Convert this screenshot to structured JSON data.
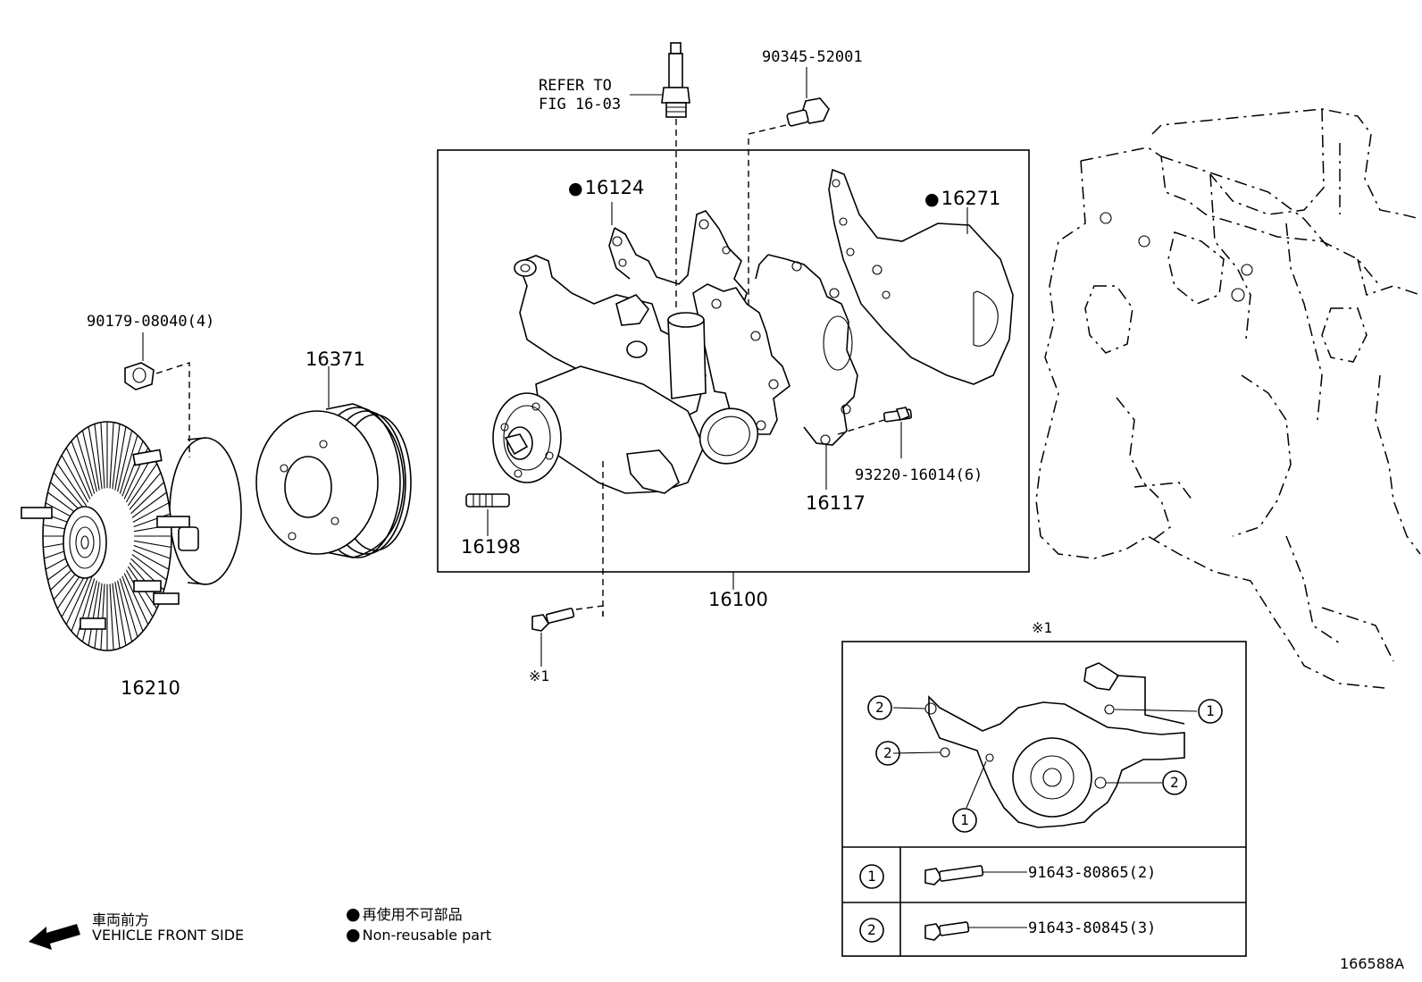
{
  "parts": {
    "p16124": "16124",
    "p16271": "16271",
    "p90345": "90345-52001",
    "p90179": "90179-08040(4)",
    "p16371": "16371",
    "p16198": "16198",
    "p16117": "16117",
    "p93220": "93220-16014(6)",
    "p16100": "16100",
    "p16210": "16210",
    "refer_line1": "REFER TO",
    "refer_line2": "FIG 16-03",
    "note_mark_left": "※1",
    "note_mark_box": "※1"
  },
  "detail_box": {
    "callout_1": "1",
    "callout_2": "2",
    "row1_num": "1",
    "row1_part": "91643-80865(2)",
    "row2_num": "2",
    "row2_part": "91643-80845(3)"
  },
  "legend": {
    "jp_front": "車両前方",
    "en_front": "VEHICLE FRONT SIDE",
    "jp_nonreuse": "再使用不可部品",
    "en_nonreuse": "Non-reusable part"
  },
  "figure_id": "166588A"
}
